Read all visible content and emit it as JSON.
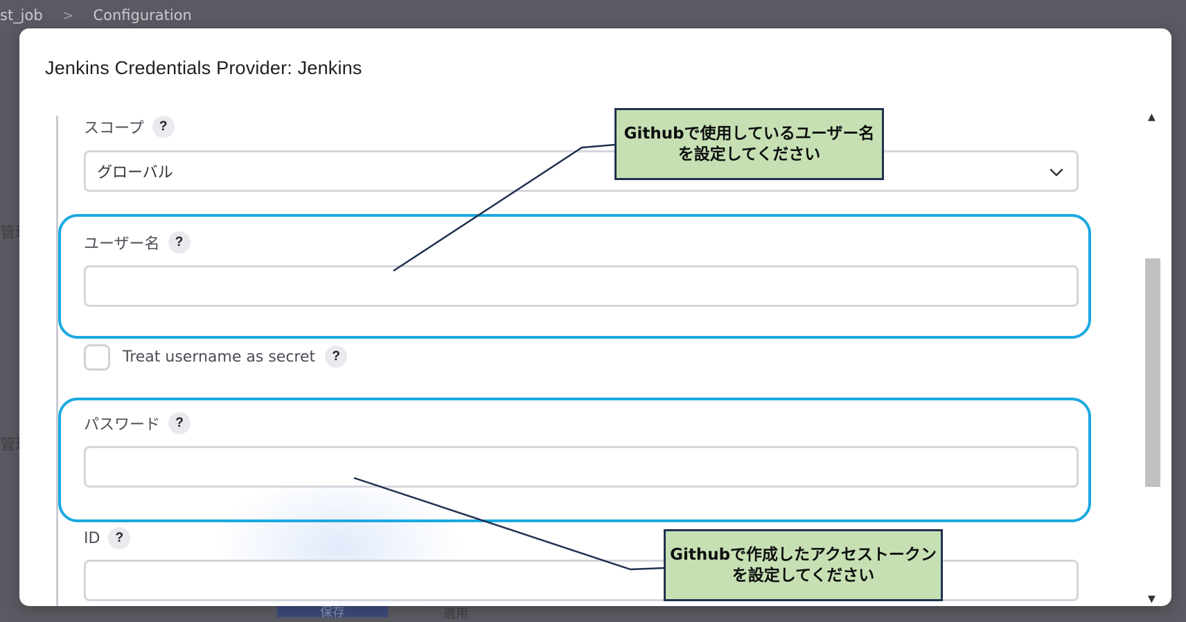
{
  "background": {
    "breadcrumb": {
      "job": "st_job",
      "separator": ">",
      "current": "Configuration"
    },
    "side_labels": [
      "管理",
      "管理"
    ],
    "bottom_buttons": {
      "save": "保存",
      "apply": "適用"
    }
  },
  "modal": {
    "title": "Jenkins Credentials Provider: Jenkins",
    "scope": {
      "label": "スコープ",
      "value": "グローバル",
      "help": "?"
    },
    "username": {
      "label": "ユーザー名",
      "value": "",
      "help": "?"
    },
    "treat_secret": {
      "label": "Treat username as secret",
      "checked": false,
      "help": "?"
    },
    "password": {
      "label": "パスワード",
      "value": "",
      "help": "?"
    },
    "id": {
      "label": "ID",
      "value": "",
      "help": "?"
    },
    "scrollbar": {
      "up_arrow": "▲",
      "down_arrow": "▼"
    }
  },
  "annotations": {
    "username_callout": {
      "line1": "Githubで使用しているユーザー名",
      "line2": "を設定してください"
    },
    "password_callout": {
      "line1": "Githubで作成したアクセストークン",
      "line2": "を設定してください"
    }
  },
  "colors": {
    "highlight_border": "#1aa9e1",
    "callout_bg": "#c6e0b4",
    "callout_border": "#1f3050",
    "overlay_bg": "#5a5b62"
  }
}
